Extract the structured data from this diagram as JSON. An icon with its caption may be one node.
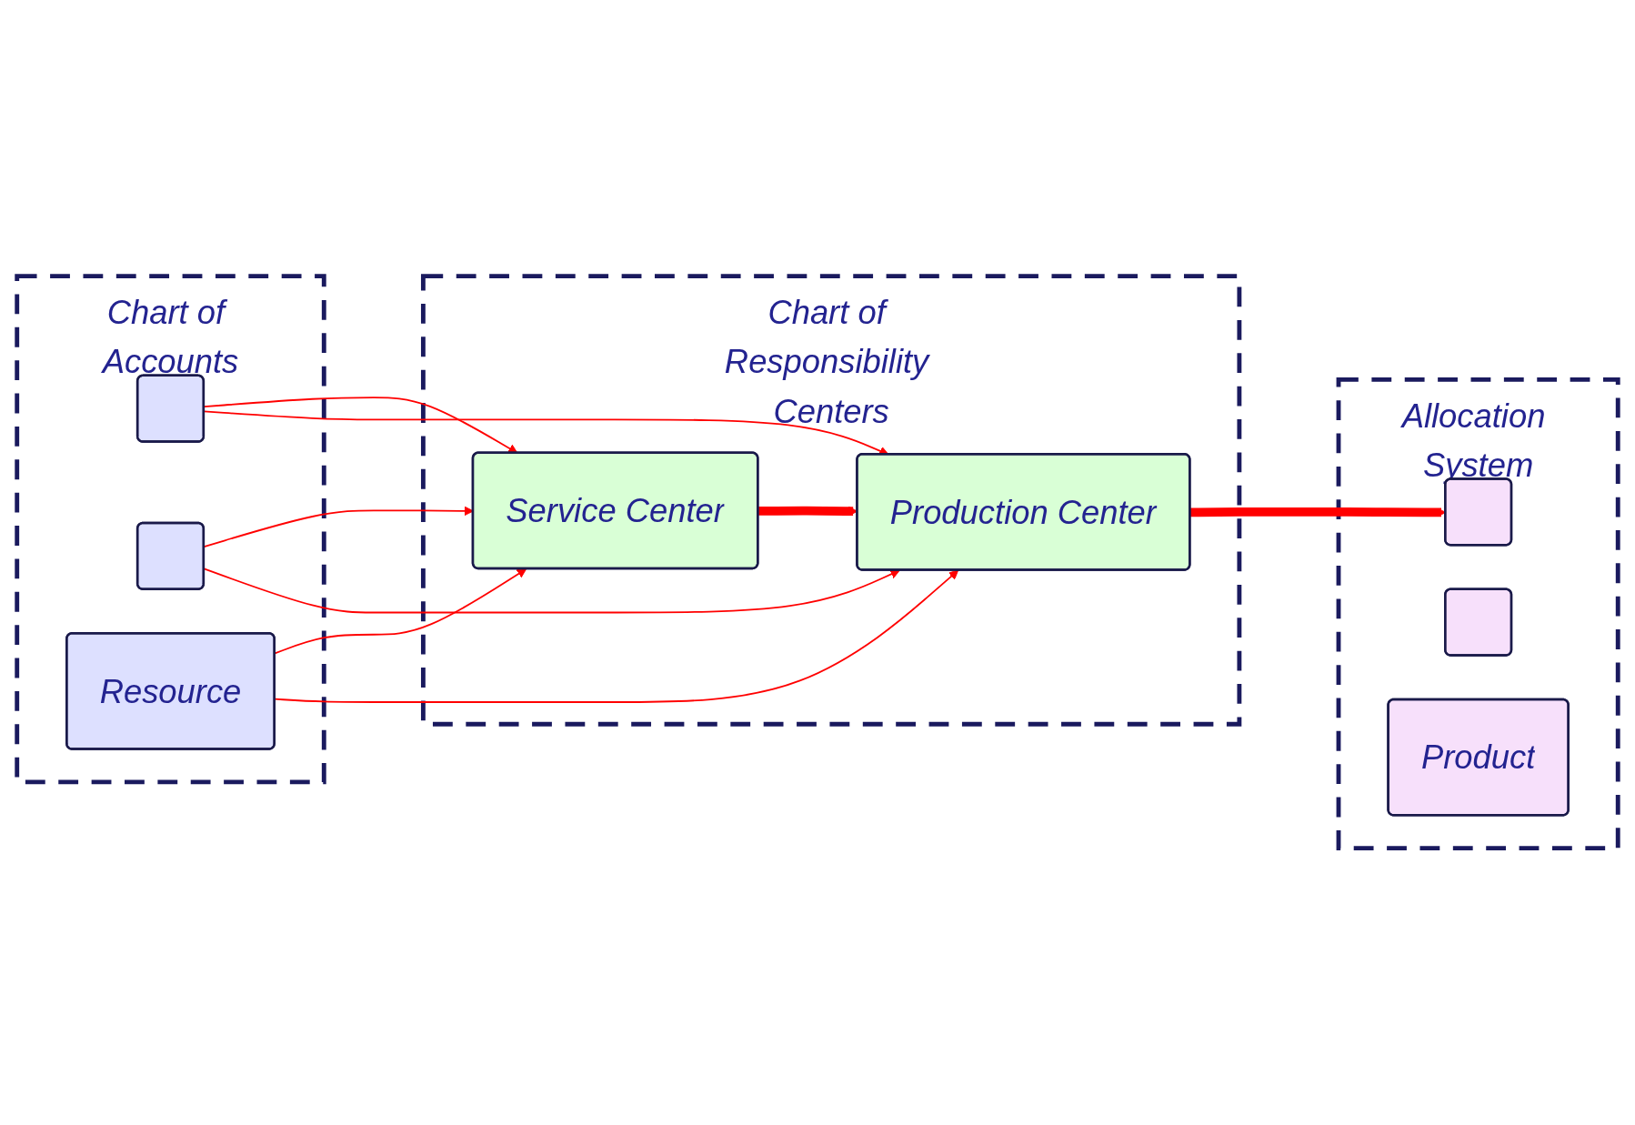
{
  "diagram": {
    "nodes": [
      {
        "text": [
          "Chart of Accounts"
        ]
      },
      {
        "text": [],
        "shape": "box",
        "in": 0
      },
      {
        "text": [],
        "shape": "box",
        "in": 0
      },
      {
        "text": [
          "Resource"
        ],
        "in": 0
      },
      {
        "text": [
          "Chart of Responsibility Centers"
        ]
      },
      {
        "text": [
          "Service Center"
        ],
        "in": 4
      },
      {
        "text": [
          "Production Center"
        ],
        "in": 4
      },
      {
        "text": [
          "Allocation System"
        ]
      },
      {
        "text": [],
        "shape": "box",
        "in": 7
      },
      {
        "text": [],
        "shape": "box",
        "in": 7
      },
      {
        "text": [
          "Product"
        ],
        "in": 7
      }
    ],
    "edges": [
      {
        "from": 1,
        "to": 5,
        "arrow": "to",
        "color": "#ff0000"
      },
      {
        "from": 1,
        "to": 6,
        "arrow": "to",
        "color": "#ff0000"
      },
      {
        "from": 2,
        "to": 5,
        "arrow": "to",
        "color": "#ff0000"
      },
      {
        "from": 2,
        "to": 6,
        "arrow": "to",
        "color": "#ff0000"
      },
      {
        "from": 3,
        "to": 5,
        "arrow": "to",
        "color": "#ff0000"
      },
      {
        "from": 3,
        "to": 6,
        "arrow": "to",
        "color": "#ff0000"
      },
      {
        "from": 5,
        "to": 6,
        "arrow": "to",
        "style": "thick",
        "color": "#ff0000"
      },
      {
        "from": 6,
        "to": 8,
        "arrow": "to",
        "style": "thick",
        "color": "#ff0000"
      }
    ]
  }
}
